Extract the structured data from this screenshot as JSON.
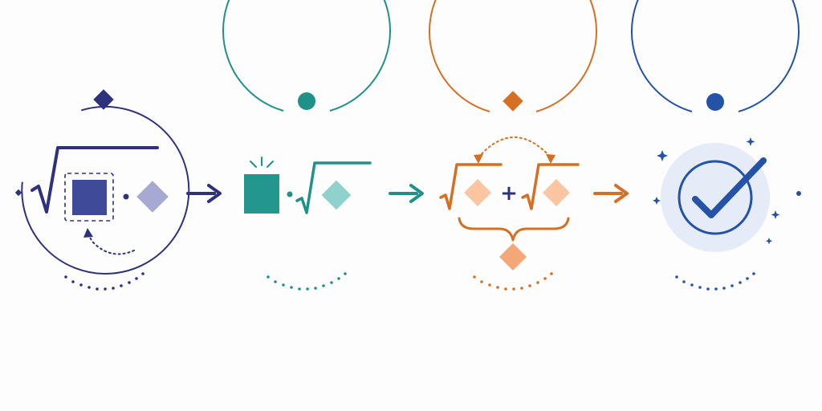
{
  "colors": {
    "background": "#fdfdfe",
    "step1": "#2e317c",
    "step1_fill": "#3f4a99",
    "step1_light": "#a7a9d2",
    "step2": "#1f9189",
    "step2_fill": "#23968e",
    "step2_light": "#8fd1cc",
    "step3": "#d56f23",
    "step3_light": "#f9c6a1",
    "step3_mid": "#f4a877",
    "step4": "#2352a6",
    "step4_halo": "#e6ecf7"
  },
  "steps": [
    {
      "id": "factor",
      "top_marker": "diamond-icon",
      "color": "step1",
      "icon": "sqrt-square-times-diamond"
    },
    {
      "id": "simplify",
      "top_marker": "circle-icon",
      "color": "step2",
      "icon": "square-times-sqrt-diamond"
    },
    {
      "id": "combine",
      "top_marker": "diamond-icon",
      "color": "step3",
      "icon": "sqrt-plus-sqrt"
    },
    {
      "id": "verify",
      "top_marker": "circle-icon",
      "color": "step4",
      "icon": "check-icon"
    }
  ],
  "connectors": [
    {
      "from": "factor",
      "to": "simplify",
      "color": "step1",
      "icon": "arrow-right-icon"
    },
    {
      "from": "simplify",
      "to": "combine",
      "color": "step2",
      "icon": "arrow-right-icon"
    },
    {
      "from": "combine",
      "to": "verify",
      "color": "step3",
      "icon": "arrow-right-icon"
    }
  ],
  "labels": {
    "plus_sign": "+"
  }
}
